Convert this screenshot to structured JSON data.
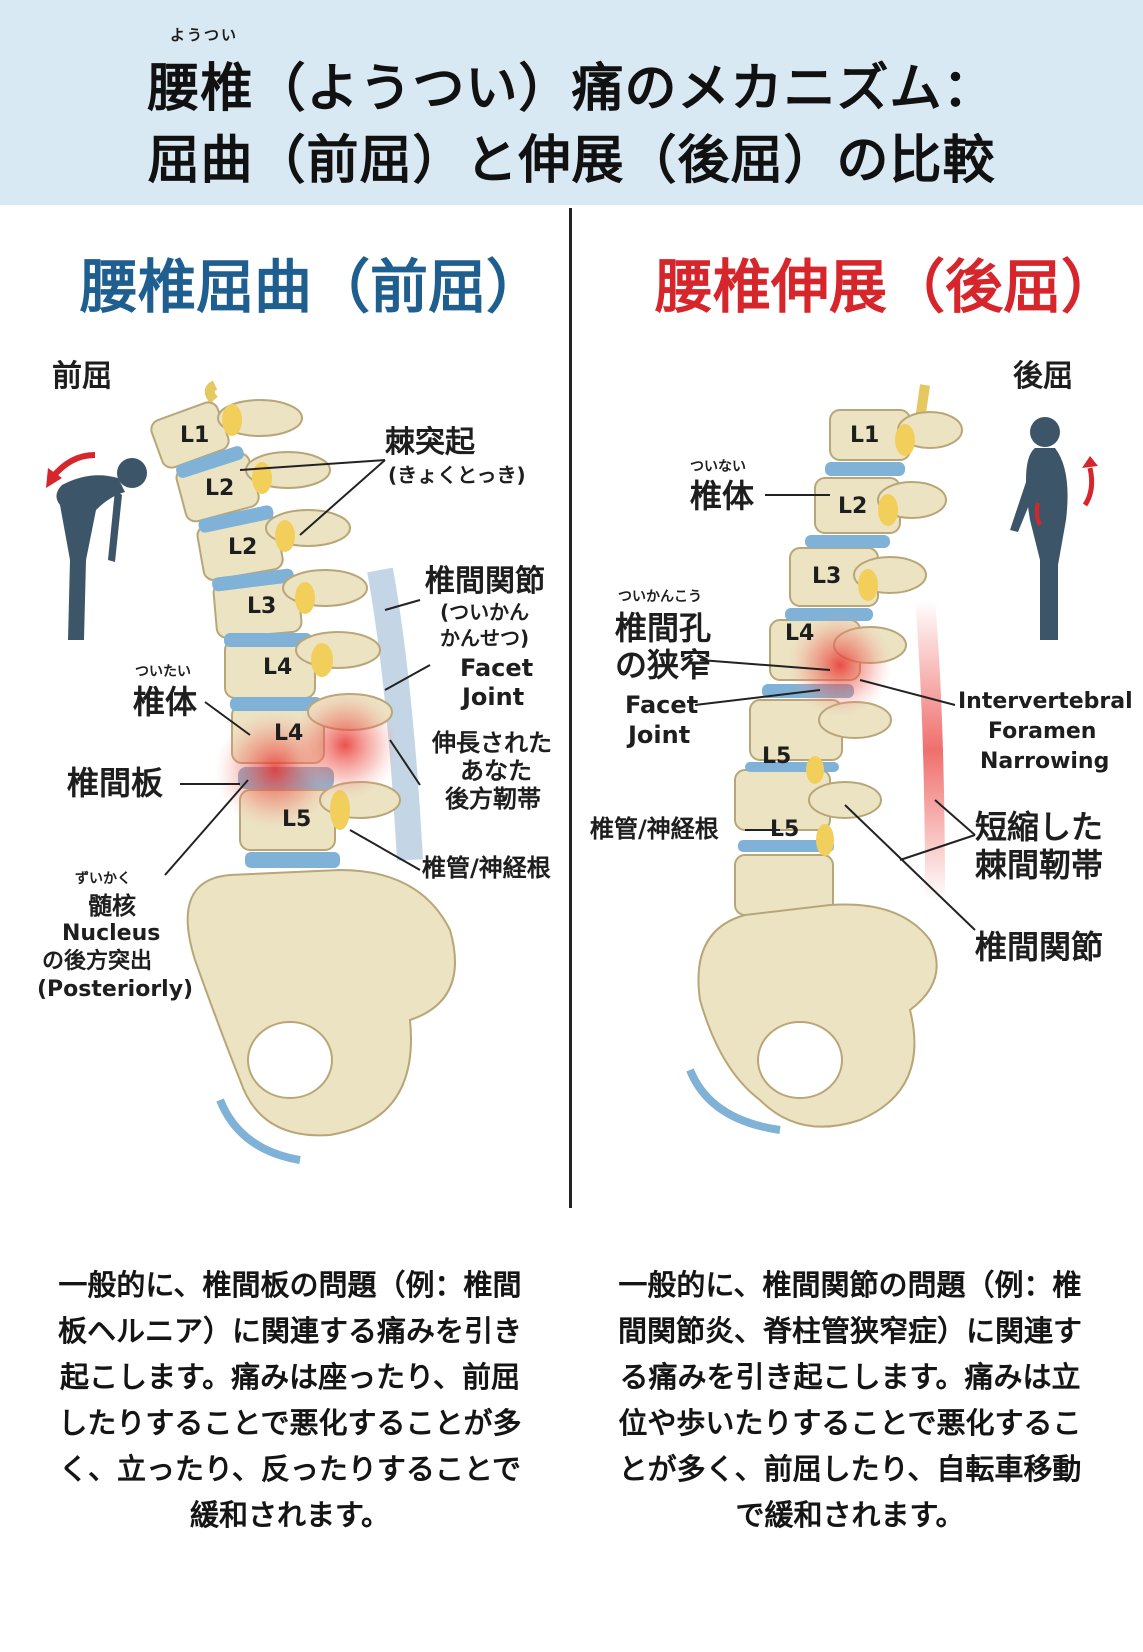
{
  "header": {
    "ruby": "ようつい",
    "title_line1": "腰椎（ようつい）痛のメカニズム：",
    "title_line2": "屈曲（前屈）と伸展（後屈）の比較"
  },
  "left": {
    "heading": "腰椎屈曲（前屈）",
    "pose_label": "前屈",
    "vertebrae": [
      "L1",
      "L2",
      "L2",
      "L3",
      "L4",
      "L4",
      "L5"
    ],
    "labels": {
      "spinous_process": "棘突起",
      "spinous_process_reading": "(きょくとっき)",
      "facet_joint_jp": "椎間関節",
      "facet_joint_reading1": "(ついかん",
      "facet_joint_reading2": "かんせつ)",
      "facet_joint_en1": "Facet",
      "facet_joint_en2": "Joint",
      "body_reading": "ついたい",
      "body": "椎体",
      "disc": "椎間板",
      "lig1": "伸長された",
      "lig2": "あなた",
      "lig3": "後方靭帯",
      "canal": "椎管/神経根",
      "nucleus_reading": "ずいかく",
      "nucleus_jp": "髄核",
      "nucleus_en": "Nucleus",
      "nucleus_desc": "の後方突出",
      "nucleus_en2": "(Posteriorly)"
    },
    "description": "一般的に、椎間板の問題（例：椎間板ヘルニア）に関連する痛みを引き起こします。痛みは座ったり、前屈したりすることで悪化することが多く、立ったり、反ったりすることで緩和されます。"
  },
  "right": {
    "heading": "腰椎伸展（後屈）",
    "pose_label": "後屈",
    "vertebrae": [
      "L1",
      "L2",
      "L3",
      "L4",
      "L5",
      "L5"
    ],
    "labels": {
      "body_reading": "ついない",
      "body": "椎体",
      "foramen_reading": "ついかんこう",
      "foramen1": "椎間孔",
      "foramen2": "の狭窄",
      "facet_en1": "Facet",
      "facet_en2": "Joint",
      "ivf1": "Intervertebral",
      "ivf2": "Foramen",
      "ivf3": "Narrowing",
      "canal": "椎管/神経根",
      "short1": "短縮した",
      "short2": "棘間靭帯",
      "facet_joint": "椎間関節"
    },
    "description": "一般的に、椎間関節の問題（例：椎間関節炎、脊柱管狭窄症）に関連する痛みを引き起こします。痛みは立位や歩いたりすることで悪化することが多く、前屈したり、自転車移動で緩和されます。"
  },
  "colors": {
    "header_bg": "#d9e9f3",
    "left_accent": "#1f5f8f",
    "right_accent": "#d7262b",
    "bone": "#ece3c3",
    "disc": "#7fb2d6",
    "inflammation": "#e8322e",
    "silhouette": "#3d5568"
  }
}
